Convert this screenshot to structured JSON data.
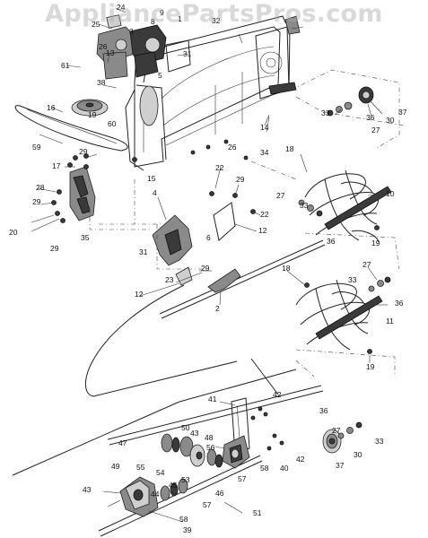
{
  "watermark": "AppliancePartsPros.com",
  "callouts": [
    {
      "id": "c24",
      "text": "24"
    },
    {
      "id": "c25",
      "text": "25"
    },
    {
      "id": "c9",
      "text": "9"
    },
    {
      "id": "c1",
      "text": "1"
    },
    {
      "id": "c8",
      "text": "8"
    },
    {
      "id": "c32",
      "text": "32"
    },
    {
      "id": "c3",
      "text": "3"
    },
    {
      "id": "c26",
      "text": "26"
    },
    {
      "id": "c31a",
      "text": "31"
    },
    {
      "id": "c61",
      "text": "61"
    },
    {
      "id": "c13",
      "text": "13"
    },
    {
      "id": "c38",
      "text": "38"
    },
    {
      "id": "c16",
      "text": "16"
    },
    {
      "id": "c19a",
      "text": "19"
    },
    {
      "id": "c60",
      "text": "60"
    },
    {
      "id": "c5",
      "text": "5"
    },
    {
      "id": "c14",
      "text": "14"
    },
    {
      "id": "c33a",
      "text": "33"
    },
    {
      "id": "c36a",
      "text": "36"
    },
    {
      "id": "c30a",
      "text": "30"
    },
    {
      "id": "c37a",
      "text": "37"
    },
    {
      "id": "c27a",
      "text": "27"
    },
    {
      "id": "c59",
      "text": "59"
    },
    {
      "id": "c29a",
      "text": "29"
    },
    {
      "id": "c26b",
      "text": "26"
    },
    {
      "id": "c34",
      "text": "34"
    },
    {
      "id": "c18a",
      "text": "18"
    },
    {
      "id": "c17",
      "text": "17"
    },
    {
      "id": "c15",
      "text": "15"
    },
    {
      "id": "c28",
      "text": "28"
    },
    {
      "id": "c22a",
      "text": "22"
    },
    {
      "id": "c29b",
      "text": "29"
    },
    {
      "id": "c29c",
      "text": "29"
    },
    {
      "id": "c10",
      "text": "10"
    },
    {
      "id": "c20",
      "text": "20"
    },
    {
      "id": "c4",
      "text": "4"
    },
    {
      "id": "c22b",
      "text": "22"
    },
    {
      "id": "c27b",
      "text": "27"
    },
    {
      "id": "c33b",
      "text": "33"
    },
    {
      "id": "c29d",
      "text": "29"
    },
    {
      "id": "c35",
      "text": "35"
    },
    {
      "id": "c6",
      "text": "6"
    },
    {
      "id": "c12a",
      "text": "12"
    },
    {
      "id": "c36b",
      "text": "36"
    },
    {
      "id": "c19b",
      "text": "19"
    },
    {
      "id": "c31b",
      "text": "31"
    },
    {
      "id": "c23",
      "text": "23"
    },
    {
      "id": "c29e",
      "text": "29"
    },
    {
      "id": "c18b",
      "text": "18"
    },
    {
      "id": "c27c",
      "text": "27"
    },
    {
      "id": "c12b",
      "text": "12"
    },
    {
      "id": "c33c",
      "text": "33"
    },
    {
      "id": "c36c",
      "text": "36"
    },
    {
      "id": "c2",
      "text": "2"
    },
    {
      "id": "c11",
      "text": "11"
    },
    {
      "id": "c19c",
      "text": "19"
    },
    {
      "id": "c41",
      "text": "41"
    },
    {
      "id": "c42a",
      "text": "42"
    },
    {
      "id": "c36d",
      "text": "36"
    },
    {
      "id": "c27d",
      "text": "27"
    },
    {
      "id": "c50",
      "text": "50"
    },
    {
      "id": "c43a",
      "text": "43"
    },
    {
      "id": "c47",
      "text": "47"
    },
    {
      "id": "c48",
      "text": "48"
    },
    {
      "id": "c56",
      "text": "56"
    },
    {
      "id": "c55",
      "text": "55"
    },
    {
      "id": "c54",
      "text": "54"
    },
    {
      "id": "c33d",
      "text": "33"
    },
    {
      "id": "c49",
      "text": "49"
    },
    {
      "id": "c53",
      "text": "53"
    },
    {
      "id": "c58a",
      "text": "58"
    },
    {
      "id": "c40",
      "text": "40"
    },
    {
      "id": "c42b",
      "text": "42"
    },
    {
      "id": "c30b",
      "text": "30"
    },
    {
      "id": "c46",
      "text": "46"
    },
    {
      "id": "c57a",
      "text": "57"
    },
    {
      "id": "c37b",
      "text": "37"
    },
    {
      "id": "c45",
      "text": "45"
    },
    {
      "id": "c44",
      "text": "44"
    },
    {
      "id": "c43b",
      "text": "43"
    },
    {
      "id": "c57b",
      "text": "57"
    },
    {
      "id": "c51",
      "text": "51"
    },
    {
      "id": "c58b",
      "text": "58"
    },
    {
      "id": "c39",
      "text": "39"
    }
  ]
}
